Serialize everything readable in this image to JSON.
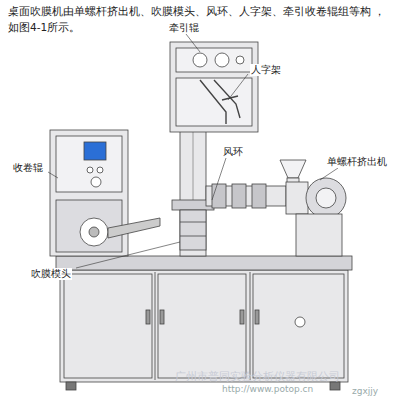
{
  "diagram": {
    "labels": [
      "桌面吹膜机由单螺杆挤出机、吹膜模头、风环、人字架、牵引收卷辊组等构 ，如图4-1所示。",
      "牵引辊",
      "人字架",
      "单螺杆挤出机",
      "风环",
      "收卷辊",
      "吹膜模头",
      "广州市普同实验分析仪器有限公司",
      "http://www.potop.cn",
      "zgxjjy"
    ]
  }
}
